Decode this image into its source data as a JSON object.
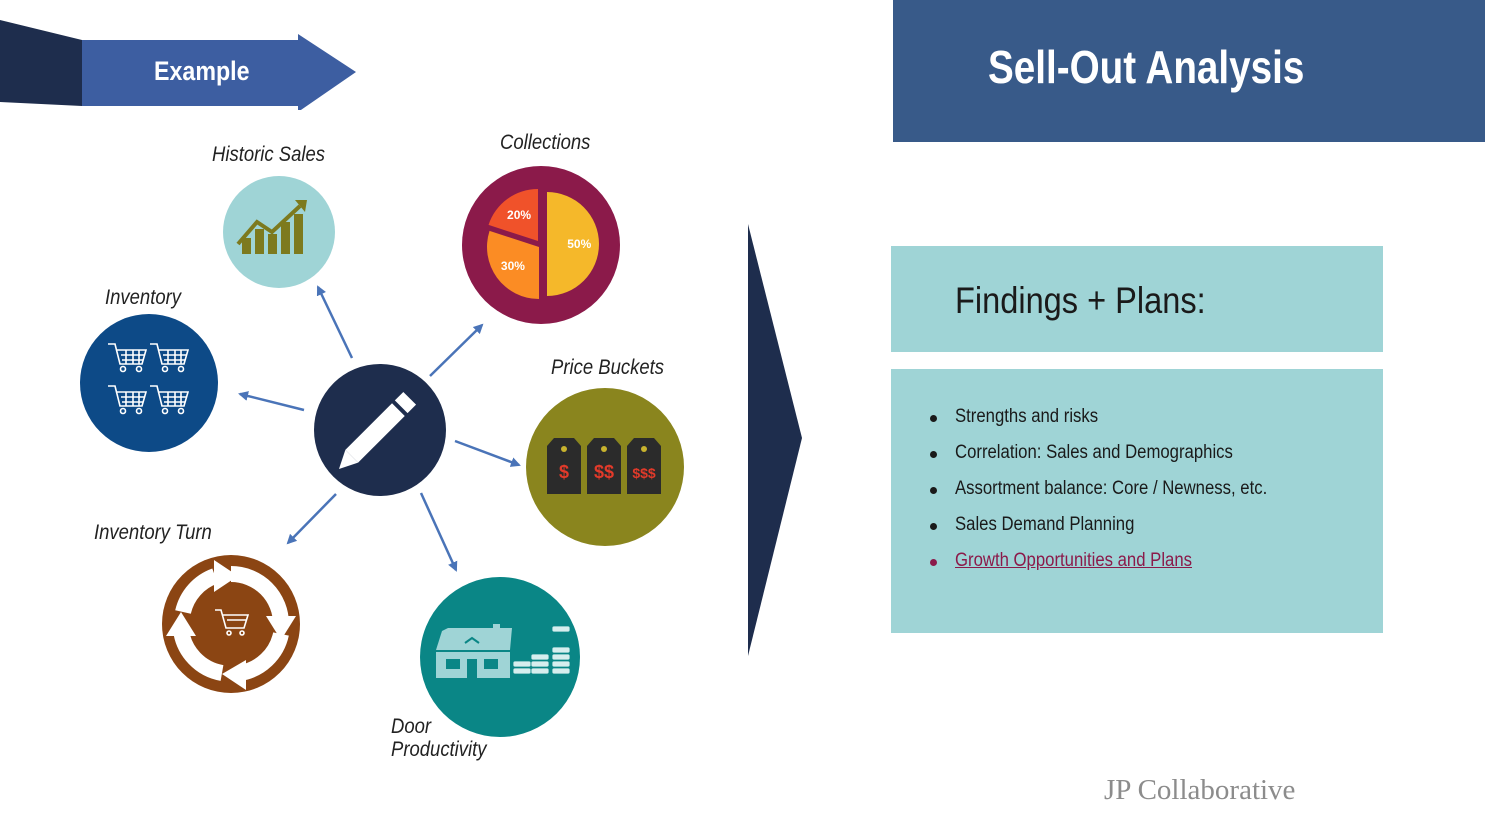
{
  "banner": {
    "label": "Example"
  },
  "diagram": {
    "center_icon": "pencil-icon",
    "nodes": [
      {
        "label": "Historic Sales",
        "icon": "growth-chart-icon",
        "color": "#9fd4d6"
      },
      {
        "label": "Collections",
        "icon": "pie-chart-icon",
        "color": "#8b1a4a"
      },
      {
        "label": "Inventory",
        "icon": "shopping-carts-icon",
        "color": "#0d4a87"
      },
      {
        "label": "Price Buckets",
        "icon": "price-tags-icon",
        "color": "#8a851e"
      },
      {
        "label": "Inventory Turn",
        "icon": "cycle-cart-icon",
        "color": "#8b4513"
      },
      {
        "label": "Door Productivity",
        "label_line1": "Door",
        "label_line2": "Productivity",
        "icon": "store-coins-icon",
        "color": "#0a8686"
      }
    ],
    "pie": {
      "slices": [
        50,
        30,
        20
      ],
      "labels": [
        "50%",
        "30%",
        "20%"
      ],
      "colors": [
        "#f5b82a",
        "#fb8c24",
        "#f0522a"
      ]
    },
    "price_tags": [
      "$",
      "$$",
      "$$$"
    ]
  },
  "header": {
    "title": "Sell-Out Analysis"
  },
  "findings": {
    "heading": "Findings + Plans:",
    "items": [
      "Strengths and risks",
      "Correlation: Sales and Demographics",
      "Assortment balance: Core / Newness, etc.",
      "Sales Demand Planning",
      "Growth Opportunities and Plans"
    ]
  },
  "footer": {
    "brand": "JP Collaborative"
  },
  "colors": {
    "navy": "#1e2d4d",
    "banner_blue": "#3d5ea1",
    "title_blue": "#385a89",
    "teal_box": "#9fd4d6",
    "link": "#8b1a4a",
    "arrow": "#4a74b8"
  }
}
